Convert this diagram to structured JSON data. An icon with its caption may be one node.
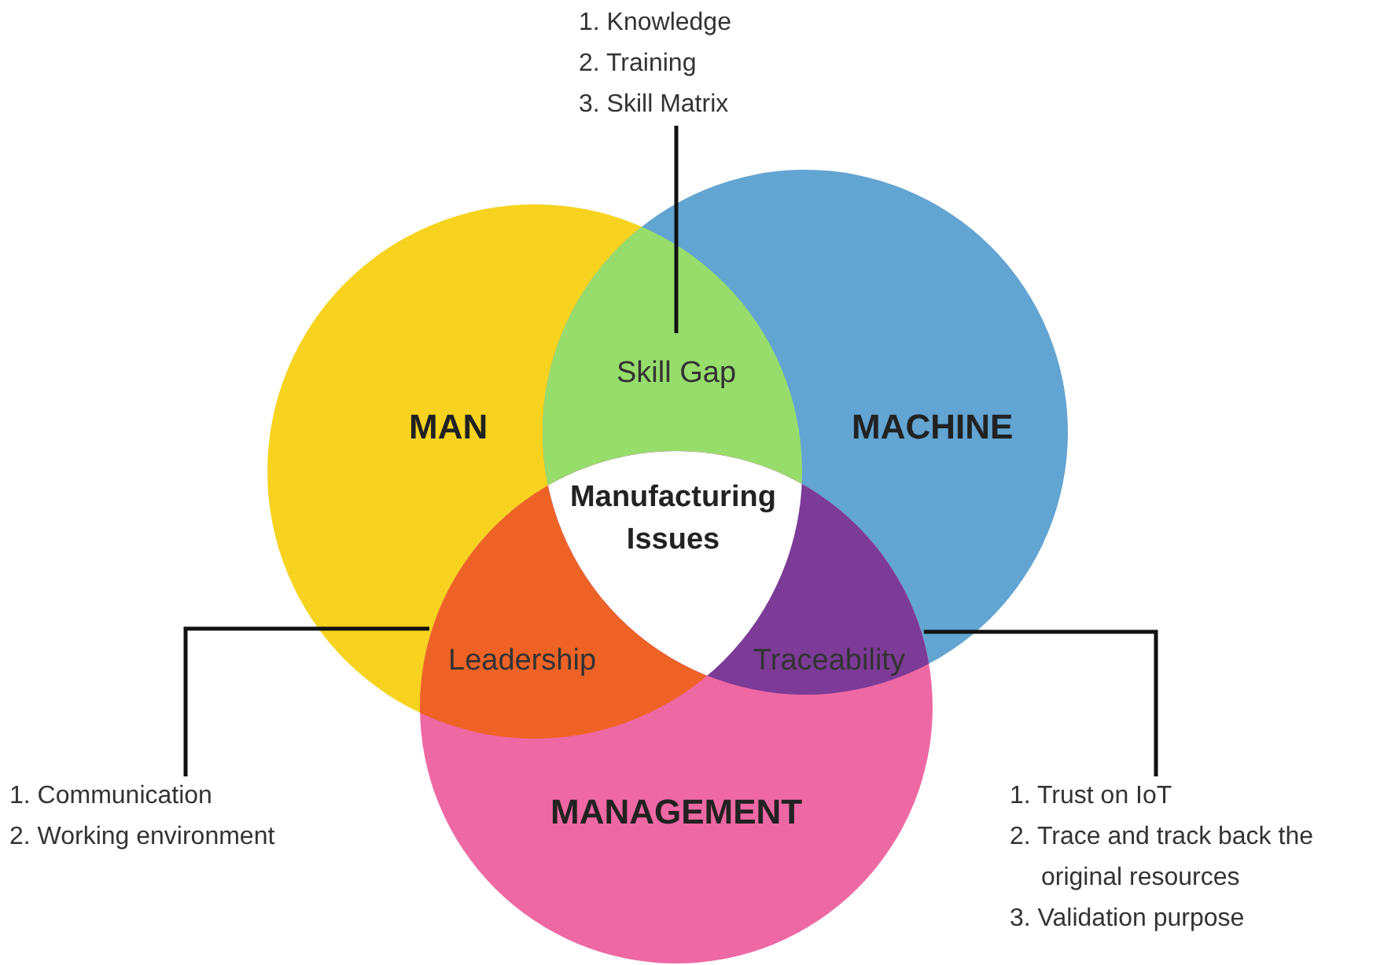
{
  "diagram": {
    "nodes": [
      {
        "text": [
          "MAN"
        ]
      },
      {
        "text": [
          "MACHINE"
        ]
      },
      {
        "text": [
          "MANAGEMENT"
        ]
      },
      {
        "text": [
          "Skill Gap"
        ]
      },
      {
        "text": [
          "Leadership"
        ]
      },
      {
        "text": [
          "Traceability"
        ]
      },
      {
        "text": [
          "Manufacturing Issues"
        ]
      },
      {
        "text": [
          "1. Knowledge",
          "2. Training",
          "3. Skill Matrix"
        ]
      },
      {
        "text": [
          "1. Communication",
          "2. Working environment"
        ]
      },
      {
        "text": [
          "1. Trust on IoT",
          "2. Trace and track back the original resources",
          "3. Validation purpose"
        ]
      }
    ],
    "edges": [
      {
        "from": 7,
        "to": 3,
        "arrow": "none"
      },
      {
        "from": 8,
        "to": 4,
        "arrow": "none"
      },
      {
        "from": 9,
        "to": 5,
        "arrow": "none"
      }
    ]
  }
}
